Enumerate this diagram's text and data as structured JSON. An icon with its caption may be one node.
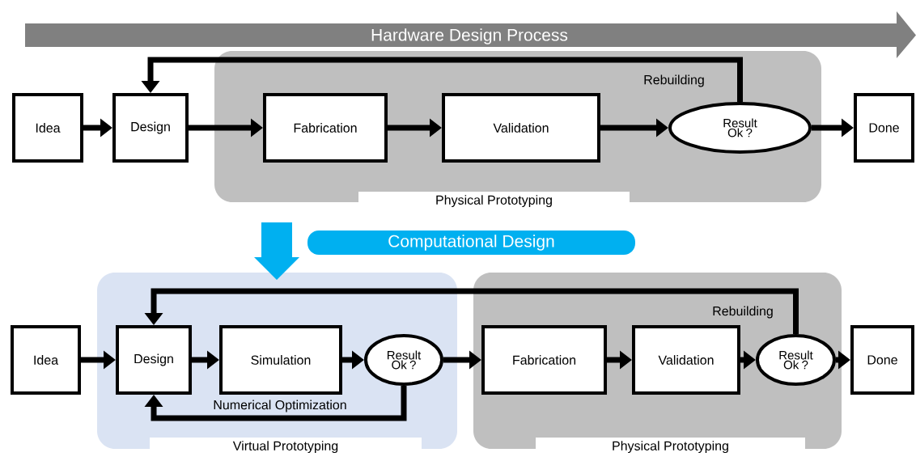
{
  "diagram": {
    "nodes": [
      {
        "text": [
          "Hardware Design Process"
        ]
      },
      {
        "text": [
          "Physical Prototyping"
        ]
      },
      {
        "text": [
          "Idea"
        ]
      },
      {
        "text": [
          "Design"
        ]
      },
      {
        "text": [
          "Fabrication"
        ],
        "in": 1
      },
      {
        "text": [
          "Validation"
        ],
        "in": 1
      },
      {
        "text": [
          "Result Ok ?"
        ],
        "in": 1
      },
      {
        "text": [
          "Done"
        ]
      },
      {
        "text": [
          "Computational Design"
        ]
      },
      {
        "text": [
          "Virtual Prototyping"
        ]
      },
      {
        "text": [
          "Physical Prototyping"
        ]
      },
      {
        "text": [
          "Idea"
        ]
      },
      {
        "text": [
          "Design"
        ],
        "in": 9
      },
      {
        "text": [
          "Simulation"
        ],
        "in": 9
      },
      {
        "text": [
          "Result Ok ?"
        ],
        "in": 9
      },
      {
        "text": [
          "Fabrication"
        ],
        "in": 10
      },
      {
        "text": [
          "Validation"
        ],
        "in": 10
      },
      {
        "text": [
          "Result Ok ?"
        ],
        "in": 10
      },
      {
        "text": [
          "Done"
        ]
      }
    ],
    "edges": [
      {
        "from": 2,
        "to": 3,
        "arrow": "to"
      },
      {
        "from": 3,
        "to": 4,
        "arrow": "to"
      },
      {
        "from": 4,
        "to": 5,
        "arrow": "to"
      },
      {
        "from": 5,
        "to": 6,
        "arrow": "to"
      },
      {
        "from": 6,
        "to": 7,
        "arrow": "to"
      },
      {
        "from": 6,
        "to": 3,
        "arrow": "to",
        "label": "Rebuilding"
      },
      {
        "from": 11,
        "to": 12,
        "arrow": "to"
      },
      {
        "from": 12,
        "to": 13,
        "arrow": "to"
      },
      {
        "from": 13,
        "to": 14,
        "arrow": "to"
      },
      {
        "from": 14,
        "to": 15,
        "arrow": "to"
      },
      {
        "from": 15,
        "to": 16,
        "arrow": "to"
      },
      {
        "from": 16,
        "to": 17,
        "arrow": "to"
      },
      {
        "from": 17,
        "to": 18,
        "arrow": "to"
      },
      {
        "from": 17,
        "to": 12,
        "arrow": "to",
        "label": "Rebuilding"
      },
      {
        "from": 14,
        "to": 12,
        "arrow": "to",
        "label": "Numerical Optimization"
      }
    ]
  }
}
